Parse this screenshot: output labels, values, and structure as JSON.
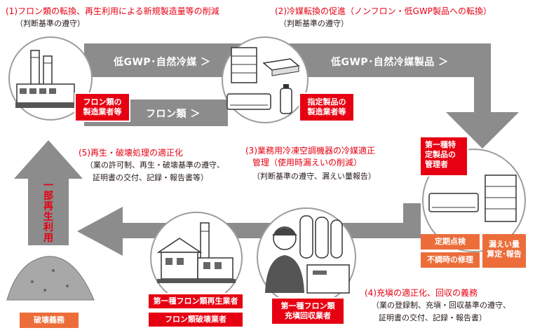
{
  "headings": {
    "h1": "(1)フロン類の転換、再生利用による新規製造量等の削減",
    "h1_note": "（判断基準の遵守）",
    "h2": "(2)冷媒転換の促進（ノンフロン・低GWP製品への転換）",
    "h2_note": "（判断基準の遵守）",
    "h3_line1": "(3)業務用冷凍空調機器の冷媒適正",
    "h3_line2": "管理（使用時漏えいの削減）",
    "h3_note": "（判断基準の遵守、漏えい量報告）",
    "h4": "(4)充塡の適正化、回収の義務",
    "h4_note1": "（業の登録制、充塡・回収基準の遵守、",
    "h4_note2": "証明書の交付、記録・報告書）",
    "h5": "(5)再生・破壊処理の適正化",
    "h5_note1": "（業の許可制、再生・破壊基準の遵守、",
    "h5_note2": "証明書の交付、記録・報告書等）"
  },
  "arrows": {
    "top_left": "低GWP･自然冷媒 ＞",
    "top_right": "低GWP･自然冷媒製品 ＞",
    "mid": "フロン類 ＞",
    "vertical": "一部再生利用"
  },
  "boxes": {
    "manufacturer_l1": "フロン類の",
    "manufacturer_l2": "製造業者等",
    "product_mfr_l1": "指定製品の",
    "product_mfr_l2": "製造業者等",
    "manager_l1": "第一種特",
    "manager_l2": "定製品の",
    "manager_l3": "管理者",
    "inspection": "定期点検",
    "irregular": "不調時の修理",
    "leak_l1": "漏えい量",
    "leak_l2": "算定･報告",
    "recycler": "第一種フロン類再生業者",
    "destroyer": "フロン類破壊業者",
    "filler_l1": "第一種フロン類",
    "filler_l2": "充塡回収業者",
    "destruction": "破壊義務"
  },
  "colors": {
    "red": "#e60012",
    "orange": "#ec6d3a",
    "arrow_gray": "#8c8c8c"
  }
}
